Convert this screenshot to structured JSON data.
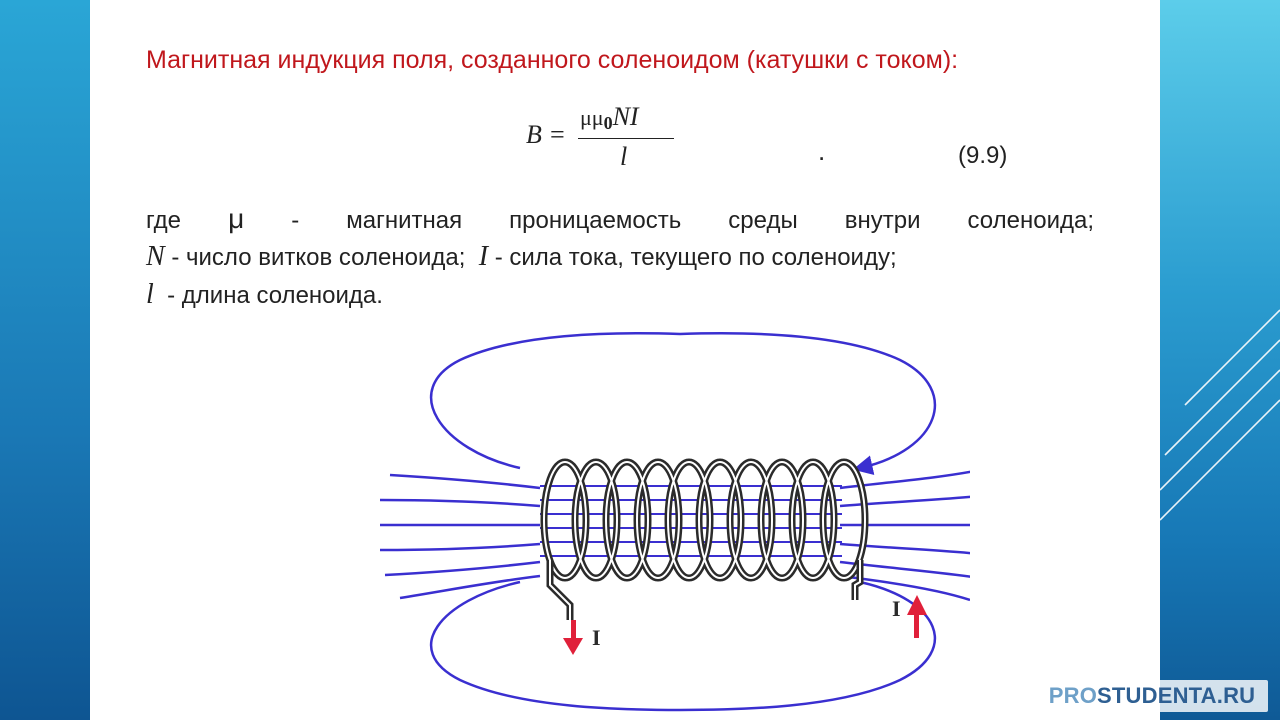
{
  "slide": {
    "heading": "Магнитная индукция поля, созданного соленоидом (катушки с током):",
    "formula": {
      "lhs": "B =",
      "numerator_mu": "μμ",
      "numerator_zero": "0",
      "numerator_rest": "NI",
      "denominator": "l",
      "trailing_dot": ".",
      "equation_number": "(9.9)"
    },
    "where": {
      "line1_prefix": "где",
      "line1_symbol": "μ",
      "line1_text": "- магнитная проницаемость среды внутри соленоида;",
      "line2_symbol_n": "N",
      "line2_text_n": "- число витков соленоида;",
      "line2_symbol_i": "I",
      "line2_text_i": "- сила тока, текущего по соленоиду;",
      "line3_symbol": "l",
      "line3_text": "- длина соленоида."
    },
    "diagram": {
      "current_label_left": "I",
      "current_label_right": "I",
      "field_line_color": "#3a2fd0",
      "current_arrow_color": "#e0203a",
      "turns": 10
    }
  },
  "watermark": {
    "part_a": "PRO",
    "part_b": "STUDENTA.RU"
  },
  "colors": {
    "heading": "#c0171c",
    "background_blue": "#1b7bb8"
  }
}
